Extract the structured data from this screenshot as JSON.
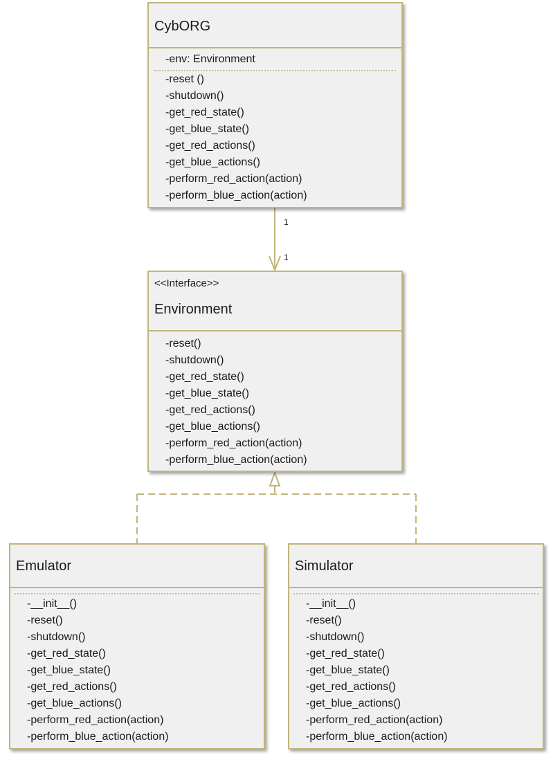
{
  "classes": {
    "cyborg": {
      "name": "CybORG",
      "attributes": [
        "-env: Environment"
      ],
      "operations": [
        "-reset ()",
        "-shutdown()",
        "-get_red_state()",
        "-get_blue_state()",
        "-get_red_actions()",
        "-get_blue_actions()",
        "-perform_red_action(action)",
        "-perform_blue_action(action)"
      ]
    },
    "environment": {
      "stereotype": "<<Interface>>",
      "name": "Environment",
      "operations": [
        "-reset()",
        "-shutdown()",
        "-get_red_state()",
        "-get_blue_state()",
        "-get_red_actions()",
        "-get_blue_actions()",
        "-perform_red_action(action)",
        "-perform_blue_action(action)"
      ]
    },
    "emulator": {
      "name": "Emulator",
      "operations": [
        "-__init__()",
        "-reset()",
        "-shutdown()",
        "-get_red_state()",
        "-get_blue_state()",
        "-get_red_actions()",
        "-get_blue_actions()",
        "-perform_red_action(action)",
        "-perform_blue_action(action)"
      ]
    },
    "simulator": {
      "name": "Simulator",
      "operations": [
        "-__init__()",
        "-reset()",
        "-shutdown()",
        "-get_red_state()",
        "-get_blue_state()",
        "-get_red_actions()",
        "-get_blue_actions()",
        "-perform_red_action(action)",
        "-perform_blue_action(action)"
      ]
    }
  },
  "association": {
    "source_multiplicity": "1",
    "target_multiplicity": "1"
  },
  "colors": {
    "border": "#c2b57a",
    "fill": "#f0f0f0"
  }
}
